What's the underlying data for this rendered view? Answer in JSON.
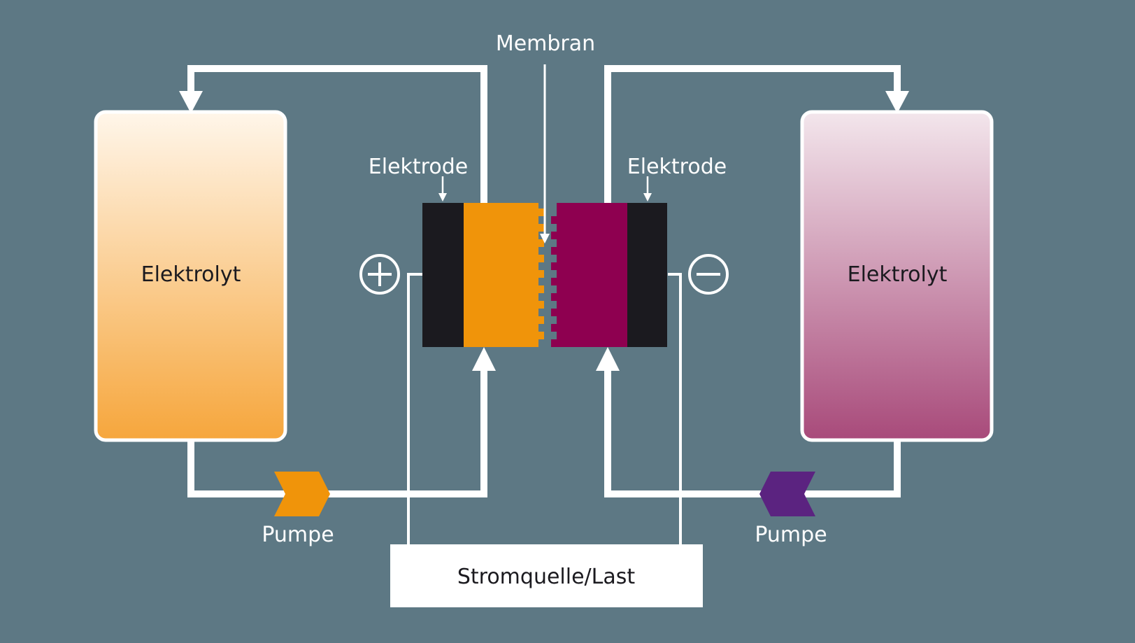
{
  "labels": {
    "membrane": "Membran",
    "electrode_left": "Elektrode",
    "electrode_right": "Elektrode",
    "tank_left": "Elektrolyt",
    "tank_right": "Elektrolyt",
    "pump_left": "Pumpe",
    "pump_right": "Pumpe",
    "power_box": "Stromquelle/Last",
    "terminal_positive": "+",
    "terminal_negative": "−"
  },
  "icons": {
    "terminal_positive": "plus-circle-icon",
    "terminal_negative": "minus-circle-icon",
    "pump_left": "chevron-right-pump-icon",
    "pump_right": "chevron-left-pump-icon"
  },
  "colors": {
    "background": "#5d7884",
    "line": "#ffffff",
    "electrode": "#1b1a1f",
    "half_cell_left": "#f0940a",
    "half_cell_right": "#8e0050",
    "pump_left": "#f0940a",
    "pump_right": "#5b2380",
    "tank_left_top": "#fff6ea",
    "tank_left_bottom": "#f6a63c",
    "tank_right_top": "#f3e6ec",
    "tank_right_bottom": "#a84a7a"
  }
}
